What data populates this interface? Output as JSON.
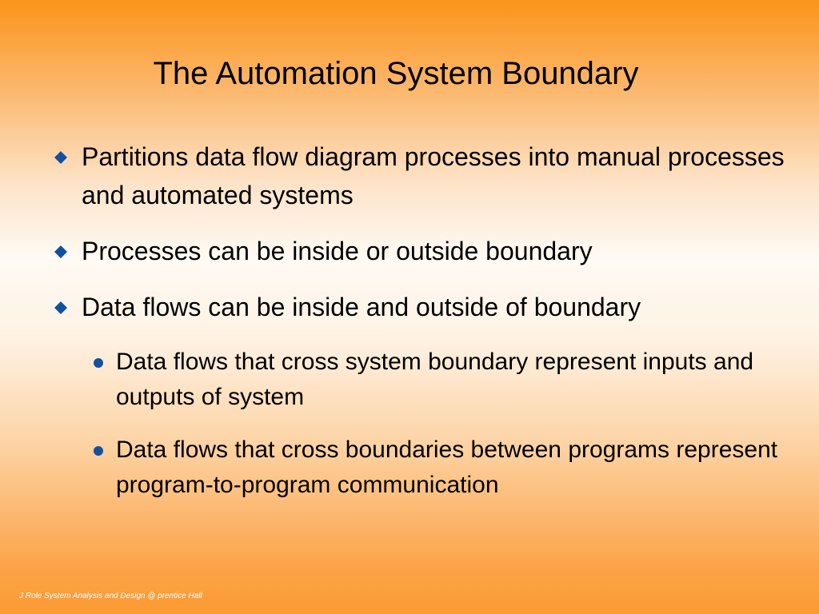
{
  "slide": {
    "title": "The Automation System Boundary",
    "bullets": [
      {
        "text": "Partitions data flow diagram processes into manual processes and automated systems"
      },
      {
        "text": "Processes can be inside or outside boundary"
      },
      {
        "text": "Data flows can be inside and outside of boundary"
      }
    ],
    "sub_bullets": [
      {
        "text": "Data flows that cross system boundary represent inputs and outputs of system"
      },
      {
        "text": "Data flows that cross boundaries between programs represent program-to-program communication"
      }
    ],
    "footer": "J Role System Analysis and Design @ prentice Hall"
  },
  "colors": {
    "bullet_marker": "#1450a0",
    "background_top": "#fb9419",
    "background_middle": "#fffaf4",
    "background_bottom": "#fb9a32"
  },
  "icons": {
    "level1_marker": "diamond-icon",
    "level2_marker": "dot-icon"
  }
}
